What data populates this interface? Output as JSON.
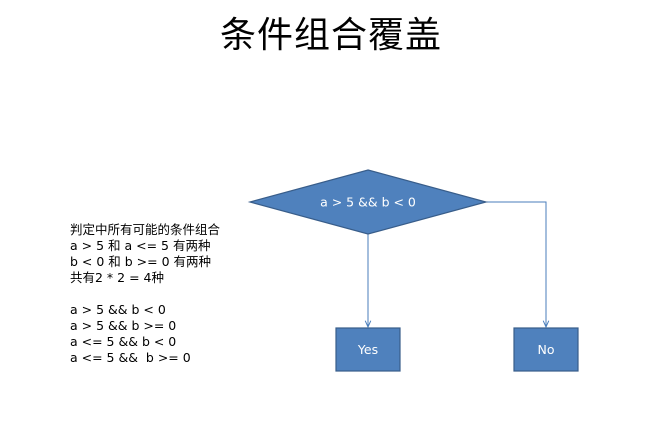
{
  "title": "条件组合覆盖",
  "colors": {
    "node_fill": "#4f81bd",
    "node_stroke": "#385d8a",
    "arrow": "#4a7ebb",
    "text": "#000000",
    "node_text": "#ffffff"
  },
  "flowchart": {
    "decision": {
      "label": "a > 5 && b < 0",
      "shape": "diamond"
    },
    "outcomes": [
      {
        "label": "Yes",
        "shape": "rectangle"
      },
      {
        "label": "No",
        "shape": "rectangle"
      }
    ]
  },
  "explanation": {
    "summary": [
      "判定中所有可能的条件组合",
      "a > 5 和 a <= 5 有两种",
      "b < 0 和 b >= 0 有两种",
      "共有2 * 2 = 4种"
    ],
    "combinations": [
      "a > 5 && b < 0",
      "a > 5 && b >= 0",
      "a <= 5 && b < 0",
      "a <= 5 &&  b >= 0"
    ]
  }
}
